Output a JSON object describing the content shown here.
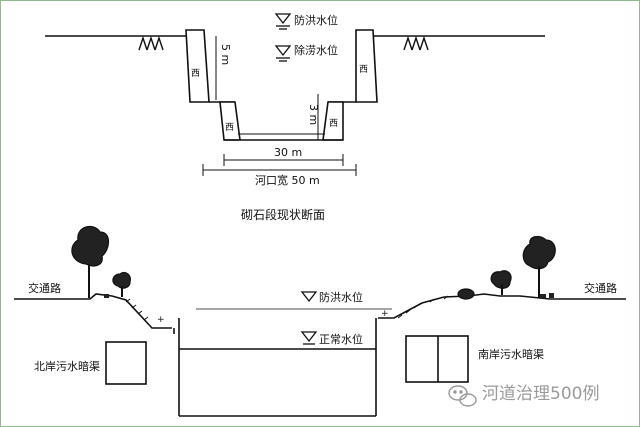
{
  "top_section": {
    "flood_level": "防洪水位",
    "drainage_level": "除涝水位",
    "height_5m": "5 m",
    "height_3m": "3 m",
    "wall_mark_left": "西",
    "wall_mark_right": "西",
    "wall_mark_low_left": "西",
    "wall_mark_low_right": "西",
    "bottom_width": "30 m",
    "top_width": "河口宽 50 m",
    "caption": "砌石段现状断面"
  },
  "bottom_section": {
    "road_left": "交通路",
    "road_right": "交通路",
    "flood_level": "防洪水位",
    "normal_level": "正常水位",
    "north_culvert": "北岸污水暗渠",
    "south_culvert": "南岸污水暗渠",
    "small_mark": "+",
    "small_mark2": "+"
  },
  "watermark": {
    "text": "河道治理500例"
  }
}
